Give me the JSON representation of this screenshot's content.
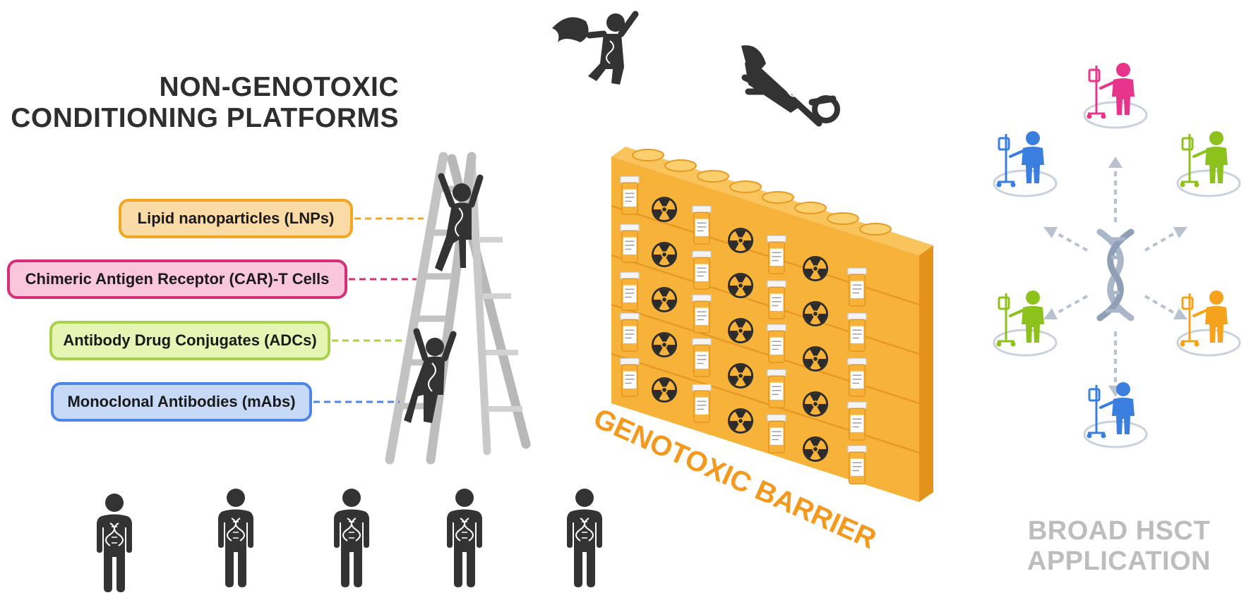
{
  "title": {
    "line1": "NON-GENOTOXIC",
    "line2": "CONDITIONING PLATFORMS"
  },
  "platforms": [
    {
      "label": "Lipid nanoparticles (LNPs)",
      "fill": "#fbdba5",
      "border": "#f2a622",
      "dash": "#f2a622"
    },
    {
      "label": "Chimeric Antigen Receptor (CAR)-T Cells",
      "fill": "#fac6dc",
      "border": "#d62f79",
      "dash": "#d62f79"
    },
    {
      "label": "Antibody Drug Conjugates (ADCs)",
      "fill": "#e6f5b3",
      "border": "#a8d24a",
      "dash": "#a8d24a"
    },
    {
      "label": "Monoclonal  Antibodies (mAbs)",
      "fill": "#c6d9f7",
      "border": "#4f86e6",
      "dash": "#4f86e6"
    }
  ],
  "barrier": {
    "label": "GENOTOXIC BARRIER",
    "color": "#f39a1e"
  },
  "application": {
    "line1": "BROAD HSCT",
    "line2": "APPLICATION",
    "color": "#bdbdbd"
  },
  "patient_colors": [
    "#e8358c",
    "#3a7fe0",
    "#8cc21b",
    "#8cc21b",
    "#f5a21c",
    "#3a7fe0"
  ],
  "icons": {
    "person": "person-icon",
    "caped_hero": "caped-hero-icon",
    "ladder": "ladder-icon",
    "dna": "dna-helix-icon",
    "pill_bottle": "pill-bottle-icon",
    "radiation": "radiation-icon",
    "iv_pole": "iv-pole-icon"
  }
}
